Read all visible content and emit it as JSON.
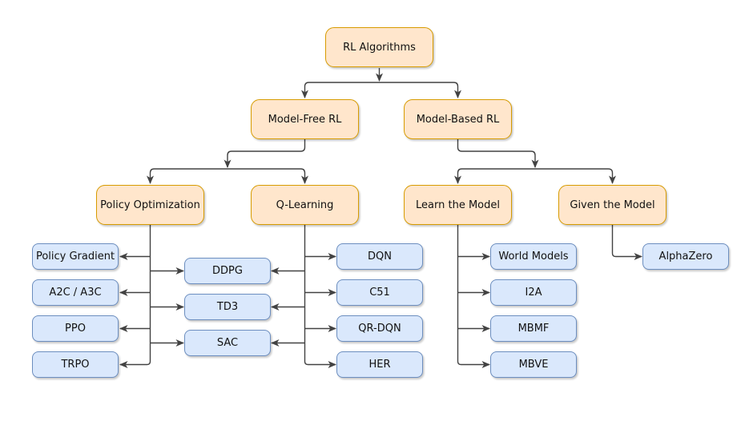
{
  "nodes": {
    "root": {
      "label": "RL Algorithms",
      "type": "category"
    },
    "model_free": {
      "label": "Model-Free RL",
      "type": "category"
    },
    "model_based": {
      "label": "Model-Based RL",
      "type": "category"
    },
    "policy_optimization": {
      "label": "Policy Optimization",
      "type": "category"
    },
    "q_learning": {
      "label": "Q-Learning",
      "type": "category"
    },
    "learn_the_model": {
      "label": "Learn the Model",
      "type": "category"
    },
    "given_the_model": {
      "label": "Given the Model",
      "type": "category"
    },
    "policy_gradient": {
      "label": "Policy Gradient",
      "type": "leaf"
    },
    "a2c_a3c": {
      "label": "A2C / A3C",
      "type": "leaf"
    },
    "ppo": {
      "label": "PPO",
      "type": "leaf"
    },
    "trpo": {
      "label": "TRPO",
      "type": "leaf"
    },
    "ddpg": {
      "label": "DDPG",
      "type": "leaf"
    },
    "td3": {
      "label": "TD3",
      "type": "leaf"
    },
    "sac": {
      "label": "SAC",
      "type": "leaf"
    },
    "dqn": {
      "label": "DQN",
      "type": "leaf"
    },
    "c51": {
      "label": "C51",
      "type": "leaf"
    },
    "qr_dqn": {
      "label": "QR-DQN",
      "type": "leaf"
    },
    "her": {
      "label": "HER",
      "type": "leaf"
    },
    "world_models": {
      "label": "World Models",
      "type": "leaf"
    },
    "i2a": {
      "label": "I2A",
      "type": "leaf"
    },
    "mbmf": {
      "label": "MBMF",
      "type": "leaf"
    },
    "mbve": {
      "label": "MBVE",
      "type": "leaf"
    },
    "alphazero": {
      "label": "AlphaZero",
      "type": "leaf"
    }
  },
  "edges": [
    {
      "from": "root",
      "to": "model_free"
    },
    {
      "from": "root",
      "to": "model_based"
    },
    {
      "from": "model_free",
      "to": "policy_optimization"
    },
    {
      "from": "model_free",
      "to": "q_learning"
    },
    {
      "from": "model_based",
      "to": "learn_the_model"
    },
    {
      "from": "model_based",
      "to": "given_the_model"
    },
    {
      "from": "policy_optimization",
      "to": "policy_gradient"
    },
    {
      "from": "policy_optimization",
      "to": "a2c_a3c"
    },
    {
      "from": "policy_optimization",
      "to": "ppo"
    },
    {
      "from": "policy_optimization",
      "to": "trpo"
    },
    {
      "from": "policy_optimization",
      "to": "ddpg"
    },
    {
      "from": "policy_optimization",
      "to": "td3"
    },
    {
      "from": "policy_optimization",
      "to": "sac"
    },
    {
      "from": "q_learning",
      "to": "ddpg"
    },
    {
      "from": "q_learning",
      "to": "td3"
    },
    {
      "from": "q_learning",
      "to": "sac"
    },
    {
      "from": "q_learning",
      "to": "dqn"
    },
    {
      "from": "q_learning",
      "to": "c51"
    },
    {
      "from": "q_learning",
      "to": "qr_dqn"
    },
    {
      "from": "q_learning",
      "to": "her"
    },
    {
      "from": "learn_the_model",
      "to": "world_models"
    },
    {
      "from": "learn_the_model",
      "to": "i2a"
    },
    {
      "from": "learn_the_model",
      "to": "mbmf"
    },
    {
      "from": "learn_the_model",
      "to": "mbve"
    },
    {
      "from": "given_the_model",
      "to": "alphazero"
    }
  ],
  "colors": {
    "background": "#ffffff",
    "category_fill": "#ffe6cc",
    "category_border": "#d79b00",
    "leaf_fill": "#dae8fc",
    "leaf_border": "#6c8ebf",
    "edge": "#424242",
    "text": "#111111"
  }
}
